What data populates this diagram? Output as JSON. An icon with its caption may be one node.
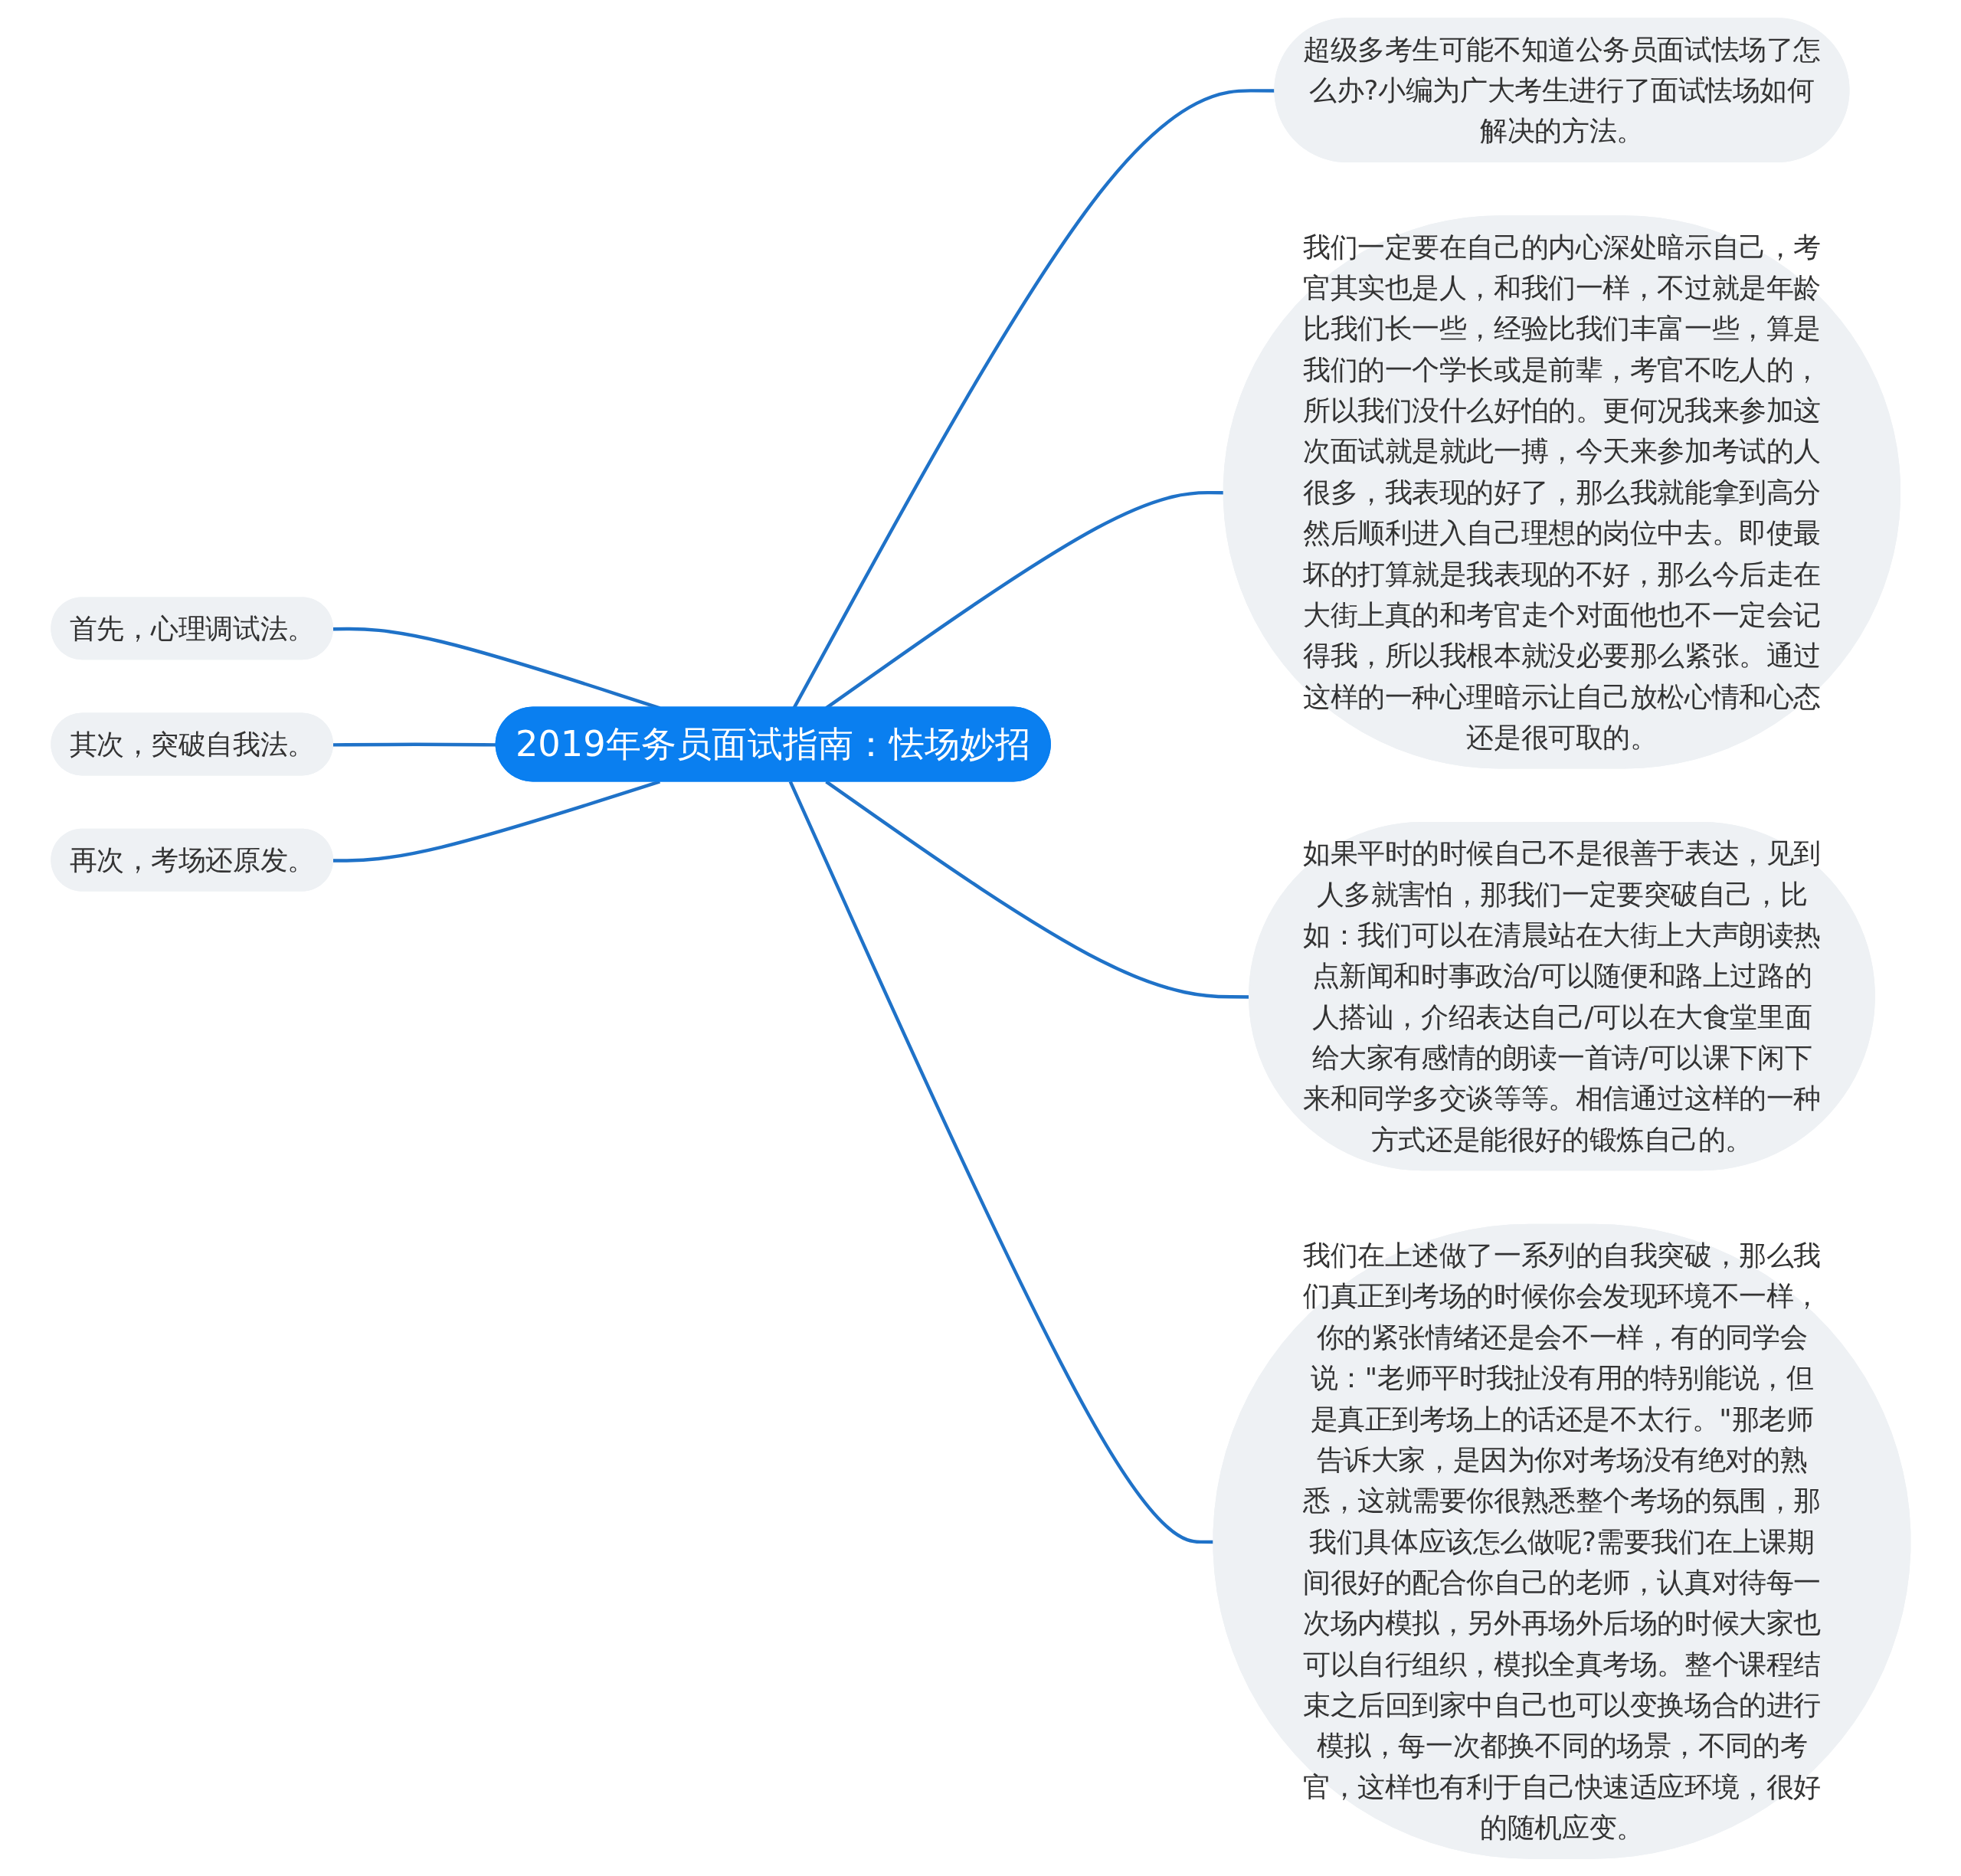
{
  "diagram": {
    "nodes": [
      {
        "text": [
          "2019年务员面试指南：怯场妙招"
        ]
      },
      {
        "text": [
          "超级多考生可能不知道公务员面试怯场了怎么办?小编为广大考生进行了面试怯场如何解决的方法。"
        ]
      },
      {
        "text": [
          "我们一定要在自己的内心深处暗示自己，考官其实也是人，和我们一样，不过就是年龄比我们长一些，经验比我们丰富一些，算是我们的一个学长或是前辈，考官不吃人的，所以我们没什么好怕的。更何况我来参加这次面试就是就此一搏，今天来参加考试的人很多，我表现的好了，那么我就能拿到高分然后顺利进入自己理想的岗位中去。即使最坏的打算就是我表现的不好，那么今后走在大街上真的和考官走个对面他也不一定会记得我，所以我根本就没必要那么紧张。通过这样的一种心理暗示让自己放松心情和心态还是很可取的。"
        ]
      },
      {
        "text": [
          "如果平时的时候自己不是很善于表达，见到人多就害怕，那我们一定要突破自己，比如：我们可以在清晨站在大街上大声朗读热点新闻和时事政治/可以随便和路上过路的人搭讪，介绍表达自己/可以在大食堂里面给大家有感情的朗读一首诗/可以课下闲下来和同学多交谈等等。相信通过这样的一种方式还是能很好的锻炼自己的。"
        ]
      },
      {
        "text": [
          "我们在上述做了一系列的自我突破，那么我们真正到考场的时候你会发现环境不一样，你的紧张情绪还是会不一样，有的同学会说：\"老师平时我扯没有用的特别能说，但是真正到考场上的话还是不太行。\"那老师告诉大家，是因为你对考场没有绝对的熟悉，这就需要你很熟悉整个考场的氛围，那我们具体应该怎么做呢?需要我们在上课期间很好的配合你自己的老师，认真对待每一次场内模拟，另外再场外后场的时候大家也可以自行组织，模拟全真考场。整个课程结束之后回到家中自己也可以变换场合的进行模拟，每一次都换不同的场景，不同的考官，这样也有利于自己快速适应环境，很好的随机应变。"
        ]
      },
      {
        "text": [
          "首先，心理调试法。"
        ]
      },
      {
        "text": [
          "其次，突破自我法。"
        ]
      },
      {
        "text": [
          "再次，考场还原发。"
        ]
      }
    ],
    "edges": [
      {
        "from": 0,
        "to": 1,
        "arrow": "none"
      },
      {
        "from": 0,
        "to": 2,
        "arrow": "none"
      },
      {
        "from": 0,
        "to": 3,
        "arrow": "none"
      },
      {
        "from": 0,
        "to": 4,
        "arrow": "none"
      },
      {
        "from": 0,
        "to": 5,
        "arrow": "none"
      },
      {
        "from": 0,
        "to": 6,
        "arrow": "none"
      },
      {
        "from": 0,
        "to": 7,
        "arrow": "none"
      }
    ]
  }
}
